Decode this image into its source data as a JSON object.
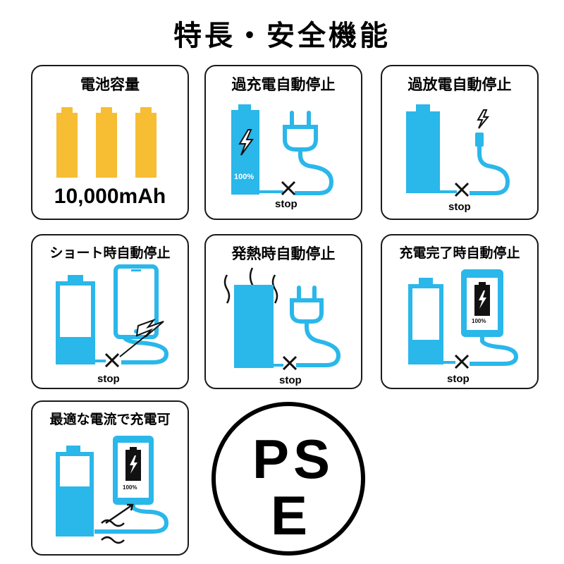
{
  "page": {
    "title": "特長・安全機能"
  },
  "colors": {
    "blue": "#2ab7ea",
    "orange": "#f7bd33",
    "black": "#111111"
  },
  "features": [
    {
      "title": "電池容量",
      "capacity": "10,000mAh",
      "icon": "battery-capacity-icon"
    },
    {
      "title": "過充電自動停止",
      "percent": "100%",
      "stop": "stop",
      "icon": "overcharge-icon"
    },
    {
      "title": "過放電自動停止",
      "stop": "stop",
      "icon": "overdischarge-icon"
    },
    {
      "title": "ショート時自動停止",
      "stop": "stop",
      "icon": "short-circuit-icon"
    },
    {
      "title": "発熱時自動停止",
      "stop": "stop",
      "icon": "overheat-icon"
    },
    {
      "title": "充電完了時自動停止",
      "percent": "100%",
      "stop": "stop",
      "icon": "charge-complete-icon"
    },
    {
      "title": "最適な電流で充電可",
      "percent": "100%",
      "icon": "optimal-current-icon"
    }
  ],
  "pse_mark": {
    "letter_p": "P",
    "letter_s": "S",
    "letter_e": "E"
  }
}
